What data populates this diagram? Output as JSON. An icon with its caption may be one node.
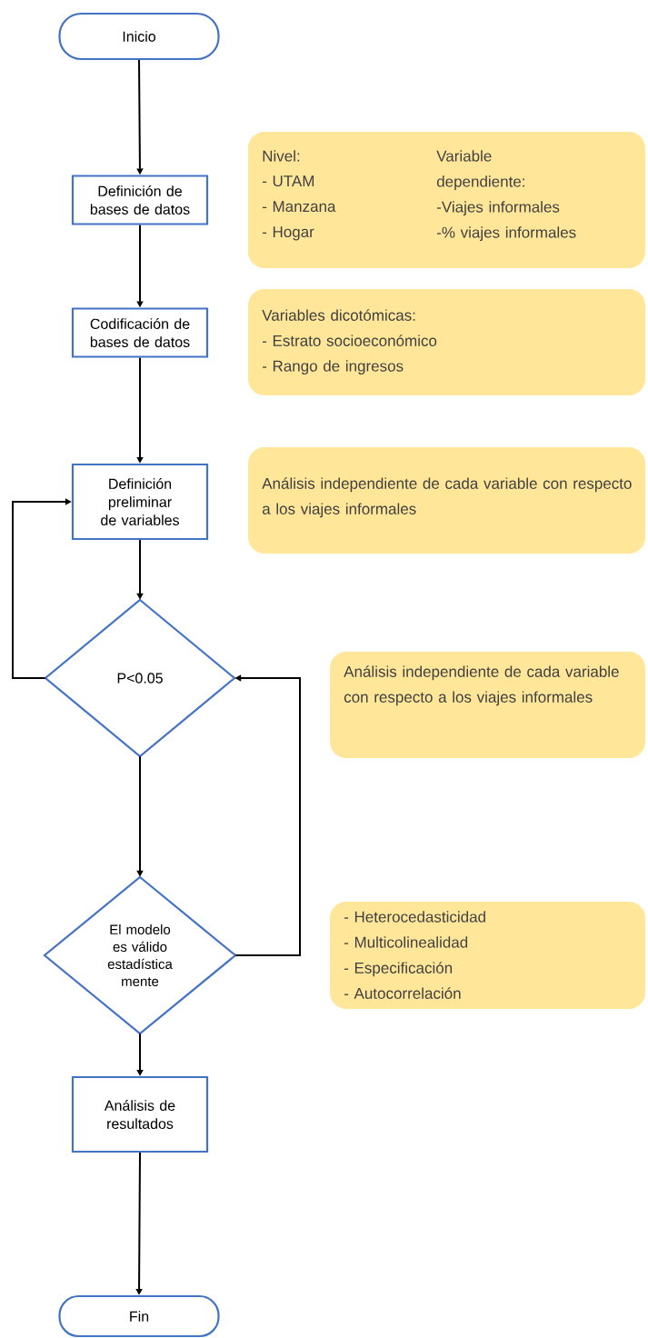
{
  "diagram": {
    "nodes": [
      {
        "text": [
          "Inicio"
        ]
      },
      {
        "text": [
          "Definición de bases de datos"
        ]
      },
      {
        "text": [
          "Nivel:",
          "- UTAM",
          "- Manzana",
          "- Hogar",
          "Variable dependiente:",
          "-Viajes informales",
          "-% viajes informales"
        ]
      },
      {
        "text": [
          "Codificación de bases de datos"
        ]
      },
      {
        "text": [
          "Variables dicotómicas:",
          "- Estrato socioeconómico",
          "- Rango de ingresos"
        ]
      },
      {
        "text": [
          "Definición preliminar de variables"
        ]
      },
      {
        "text": [
          "Análisis independiente de cada variable con respecto a los viajes informales"
        ]
      },
      {
        "text": [
          "P<0.05"
        ]
      },
      {
        "text": [
          "Análisis independiente de cada variable con respecto a los viajes informales"
        ]
      },
      {
        "text": [
          "El modelo es válido estadística mente"
        ]
      },
      {
        "text": [
          "- Heterocedasticidad",
          "- Multicolinealidad",
          "- Especificación",
          "- Autocorrelación"
        ]
      },
      {
        "text": [
          "Análisis de resultados"
        ]
      },
      {
        "text": [
          "Fin"
        ]
      }
    ],
    "edges": [
      {
        "from": 0,
        "to": 1,
        "arrow": "to"
      },
      {
        "from": 1,
        "to": 3,
        "arrow": "to"
      },
      {
        "from": 3,
        "to": 5,
        "arrow": "to"
      },
      {
        "from": 5,
        "to": 7,
        "arrow": "to"
      },
      {
        "from": 7,
        "to": 5,
        "arrow": "to"
      },
      {
        "from": 7,
        "to": 9,
        "arrow": "to"
      },
      {
        "from": 9,
        "to": 7,
        "arrow": "to"
      },
      {
        "from": 9,
        "to": 11,
        "arrow": "to"
      },
      {
        "from": 11,
        "to": 12,
        "arrow": "to"
      }
    ]
  }
}
